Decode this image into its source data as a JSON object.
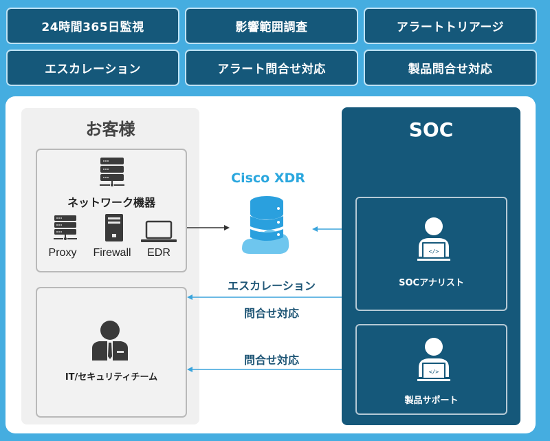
{
  "services": [
    "24時間365日監視",
    "影響範囲調査",
    "アラートトリアージ",
    "エスカレーション",
    "アラート問合せ対応",
    "製品問合せ対応"
  ],
  "customer": {
    "title": "お客様",
    "network_group": {
      "label": "ネットワーク機器",
      "devices": [
        "Proxy",
        "Firewall",
        "EDR"
      ]
    },
    "team": {
      "label": "IT/セキュリティチーム"
    }
  },
  "xdr": {
    "title": "Cisco XDR"
  },
  "flows": {
    "escalation": "エスカレーション",
    "inquiry_1": "問合せ対応",
    "inquiry_2": "問合せ対応"
  },
  "soc": {
    "title": "SOC",
    "analyst": "SOCアナリスト",
    "support": "製品サポート"
  },
  "colors": {
    "background": "#45ade0",
    "navy": "#15587a",
    "accent": "#2ba7de",
    "gray_panel": "#f0f0f0"
  }
}
